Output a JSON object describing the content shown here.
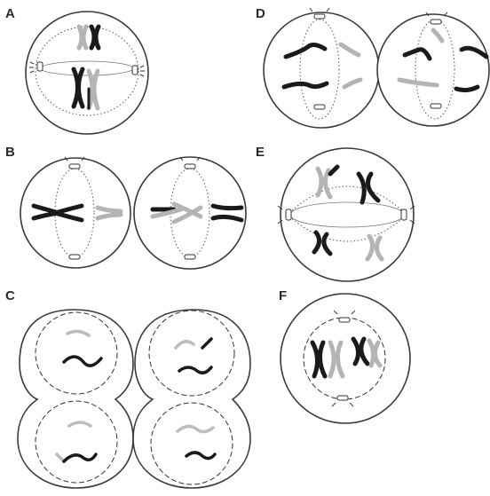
{
  "panels": {
    "a": {
      "label": "A"
    },
    "b": {
      "label": "B"
    },
    "c": {
      "label": "C"
    },
    "d": {
      "label": "D"
    },
    "e": {
      "label": "E"
    },
    "f": {
      "label": "F"
    }
  },
  "colors": {
    "dark_chromosome": "#1a1a1a",
    "light_chromosome": "#b4b4b4",
    "outline": "#3a3a3a"
  }
}
